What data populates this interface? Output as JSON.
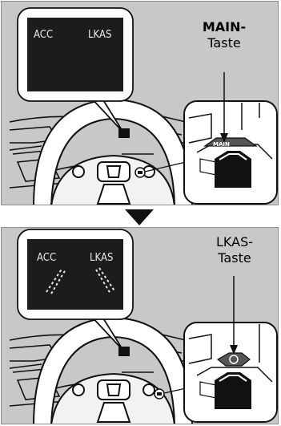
{
  "colors": {
    "panel_bg": "#c8c8c8",
    "screen": "#1c1c1c",
    "line": "#111111",
    "white": "#ffffff"
  },
  "top_panel": {
    "screen_left_text": "ACC",
    "screen_right_text": "LKAS",
    "button_label_line1": "MAIN-",
    "button_label_line2": "Taste",
    "button_text": "MAIN"
  },
  "bottom_panel": {
    "screen_left_text": "ACC",
    "screen_right_text": "LKAS",
    "button_label_line1": "LKAS-",
    "button_label_line2": "Taste",
    "button_icon": "lane-keep-icon"
  },
  "transition_arrow": "down-arrow-icon"
}
